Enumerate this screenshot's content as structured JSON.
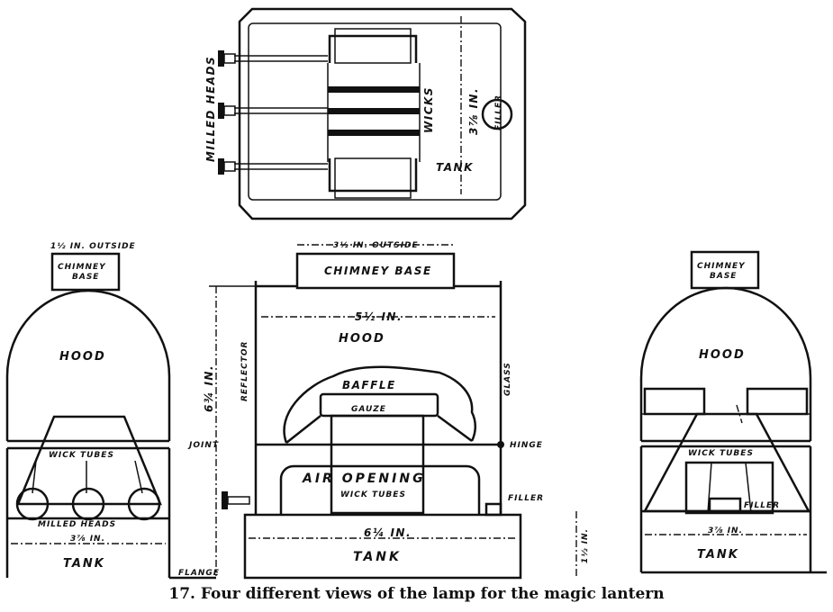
{
  "caption": "17. Four different views of the lamp for the magic lantern",
  "top_view": {
    "milled_heads": "MILLED HEADS",
    "wicks": "WICKS",
    "tank": "TANK",
    "height": "3⅞ IN.",
    "filler": "FILLER"
  },
  "left_view": {
    "top_dim": "1½ IN. OUTSIDE",
    "chimney_base": [
      "CHIMNEY",
      "BASE"
    ],
    "hood": "HOOD",
    "wick_tubes": "WICK TUBES",
    "milled_heads": "MILLED HEADS",
    "width": "3⅞ IN.",
    "tank": "TANK",
    "flange": "FLANGE"
  },
  "center_view": {
    "top_dim": "3½ IN. OUTSIDE",
    "chimney_base": "CHIMNEY BASE",
    "width_top": "5½ IN.",
    "hood": "HOOD",
    "reflector": "REFLECTOR",
    "glass": "GLASS",
    "height": "6¾ IN.",
    "baffle": "BAFFLE",
    "gauze": "GAUZE",
    "joint": "JOINT",
    "hinge": "HINGE",
    "air_opening": "AIR OPENING",
    "wick_tubes": "WICK TUBES",
    "filler": "FILLER",
    "width_bottom": "6¼ IN.",
    "tank": "TANK",
    "tank_height": "1½ IN."
  },
  "right_view": {
    "chimney_base": [
      "CHIMNEY",
      "BASE"
    ],
    "hood": "HOOD",
    "wick_tubes": "WICK TUBES",
    "filler": "FILLER",
    "width": "3⅞ IN.",
    "tank": "TANK"
  }
}
